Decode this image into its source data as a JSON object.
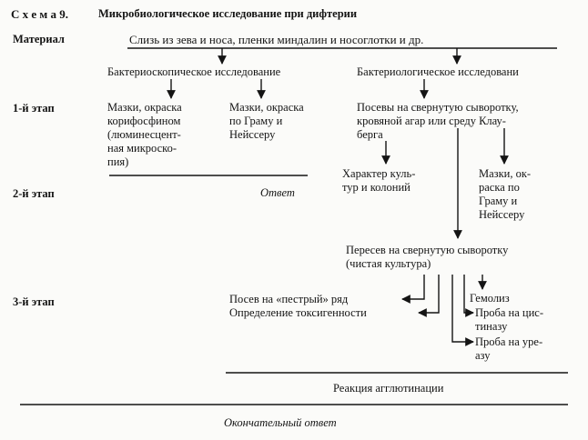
{
  "title": {
    "prefix": "С х е м а  9.",
    "text": "Микробиологическое исследование при дифтерии"
  },
  "stages": {
    "material": "Материал",
    "stage1": "1-й этап",
    "stage2": "2-й этап",
    "stage3": "3-й этап"
  },
  "nodes": {
    "material_text": "Слизь из зева и носа, пленки миндалин и носоглотки и др.",
    "bacterioscopic": "Бактериоскопическое исследование",
    "bacteriologic": "Бактериологическое исследовани",
    "smear_coryphosphine": "Мазки, окраска\nкорифосфином\n(люминесцент-\nная микроско-\nпия)",
    "smear_gram_1": "Мазки, окраска\nпо Граму и\nНейссеру",
    "sowing": "Посевы на свернутую сыворотку,\nкровяной агар или среду Клау-\nберга",
    "answer": "Ответ",
    "culture_character": "Характер куль-\nтур и колоний",
    "smear_gram_2": "Мазки, ок-\nраска по\nГраму и\nНейссеру",
    "resowing": "Пересев на свернутую сыворотку\n(чистая культура)",
    "motley_row": "Посев на «пестрый» ряд",
    "toxigenicity": "Определение токсигенности",
    "hemolysis": "Гемолиз",
    "cystinase": "Проба на цис-\nтиназу",
    "urease": "Проба на уре-\nазу",
    "agglutination": "Реакция агглютинации",
    "final_answer": "Окончательный ответ"
  }
}
